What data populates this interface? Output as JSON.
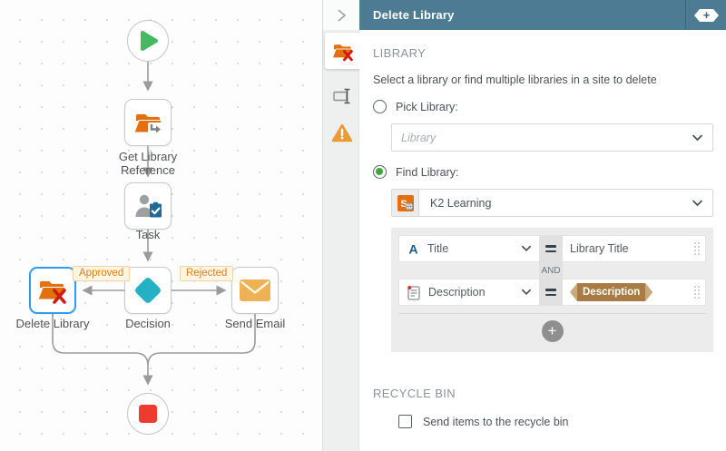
{
  "header": {
    "title": "Delete Library",
    "add_label": "+",
    "collapse_icon": "chevron-right-icon",
    "accent_color": "#4d7b93"
  },
  "canvas": {
    "grid": "dotted",
    "nodes": [
      {
        "id": "start",
        "type": "start",
        "icon": "play-icon",
        "label": ""
      },
      {
        "id": "get-library-reference",
        "type": "step",
        "icon": "folder-export-icon",
        "label": "Get Library Reference"
      },
      {
        "id": "task",
        "type": "step",
        "icon": "user-task-icon",
        "label": "Task"
      },
      {
        "id": "decision",
        "type": "decision",
        "icon": "diamond-icon",
        "label": "Decision"
      },
      {
        "id": "delete-library",
        "type": "step",
        "icon": "folder-delete-icon",
        "label": "Delete Library",
        "selected": true
      },
      {
        "id": "send-email",
        "type": "step",
        "icon": "email-icon",
        "label": "Send Email"
      },
      {
        "id": "end",
        "type": "end",
        "icon": "stop-icon",
        "label": ""
      }
    ],
    "edge_labels": {
      "approved": "Approved",
      "rejected": "Rejected"
    }
  },
  "panel": {
    "tabs": [
      {
        "icon": "folder-delete-icon",
        "active": true
      },
      {
        "icon": "rename-icon",
        "active": false
      },
      {
        "icon": "warning-icon",
        "active": false
      }
    ],
    "library": {
      "heading": "LIBRARY",
      "description": "Select a library or find multiple libraries in a site to delete",
      "pick": {
        "label": "Pick Library:",
        "selected": false,
        "placeholder": "Library"
      },
      "find": {
        "label": "Find Library:",
        "selected": true,
        "value": "K2 Learning",
        "value_icon": "sharepoint-site-icon"
      }
    },
    "filters": {
      "conjunction": "AND",
      "add_label": "+",
      "rows": [
        {
          "field": "Title",
          "field_icon": "text-field-icon",
          "operator": "equals",
          "value": "Library Title",
          "value_kind": "text"
        },
        {
          "field": "Description",
          "field_icon": "note-icon",
          "operator": "equals",
          "value": "Description",
          "value_kind": "tag"
        }
      ]
    },
    "recycle": {
      "heading": "RECYCLE BIN",
      "checkbox_label": "Send items to the recycle bin",
      "checked": false
    }
  },
  "colors": {
    "header_teal": "#4d7b93",
    "selection_blue": "#2d9cf0",
    "connector_gray": "#9b9b9b",
    "folder_orange": "#e2700f",
    "delete_red": "#cf1b12",
    "start_green": "#44b95f",
    "end_red": "#ee3a30",
    "decision_teal": "#23b1c3",
    "email_amber": "#eeb254",
    "warning_orange": "#eb9a38",
    "tag_cream": "#fdf5e1",
    "tag_text_orange": "#dd7d17",
    "hex_tag_brown": "#a87c44",
    "radio_green": "#3ea83b"
  }
}
